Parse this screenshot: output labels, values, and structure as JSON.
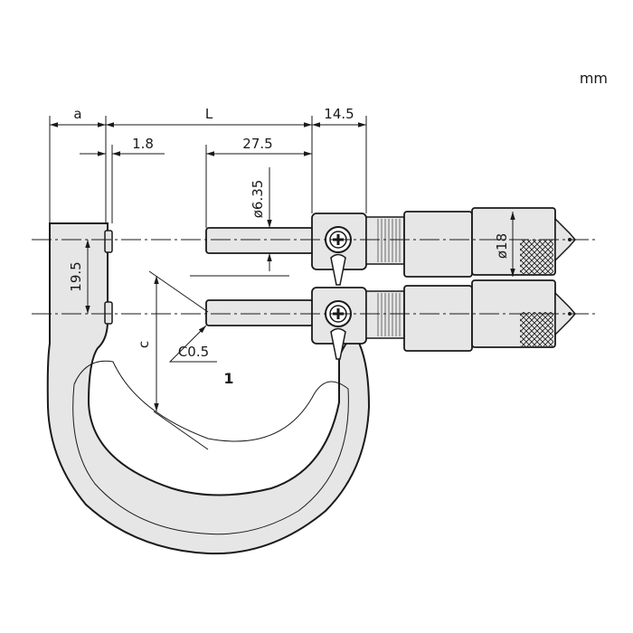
{
  "unit": "mm",
  "dimensions": {
    "a": "a",
    "L": "L",
    "right_offset": "14.5",
    "anvil_offset": "1.8",
    "spindle_length": "27.5",
    "spindle_diameter": "ø6.35",
    "thimble_diameter": "ø18",
    "spindle_spacing": "19.5",
    "frame_depth": "c",
    "chamfer": "C0.5"
  },
  "callout": "1"
}
